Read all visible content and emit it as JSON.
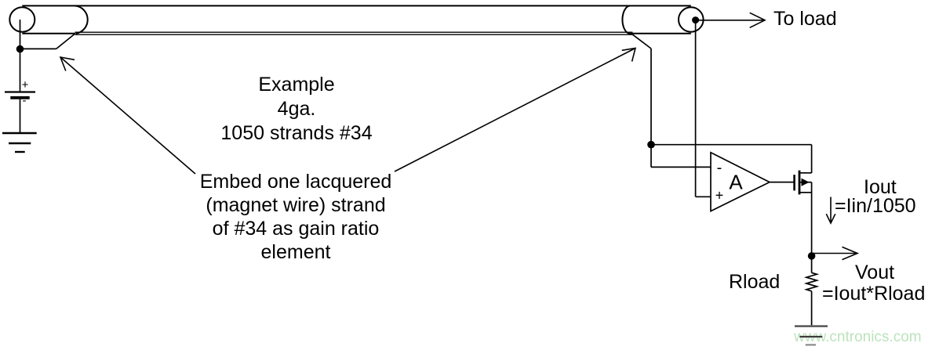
{
  "diagram": {
    "example_note": "Example\n4ga.\n1050 strands #34",
    "embed_note": "Embed one lacquered\n(magnet wire) strand\nof #34 as gain ratio\nelement",
    "to_load_label": "To load",
    "iout_label": "Iout",
    "iout_formula": "=Iin/1050",
    "vout_label": "Vout",
    "vout_formula": "=Iout*Rload",
    "rload_label": "Rload",
    "opamp": {
      "gain_label": "A",
      "inverting_input": "-",
      "noninverting_input": "+"
    },
    "battery": {
      "plus": "+",
      "minus": "-"
    },
    "watermark": "www.cntronics.com",
    "colors": {
      "ink": "#000000",
      "watermark_green": "#bce3bc",
      "ground_gray": "#4d4d4d"
    }
  }
}
